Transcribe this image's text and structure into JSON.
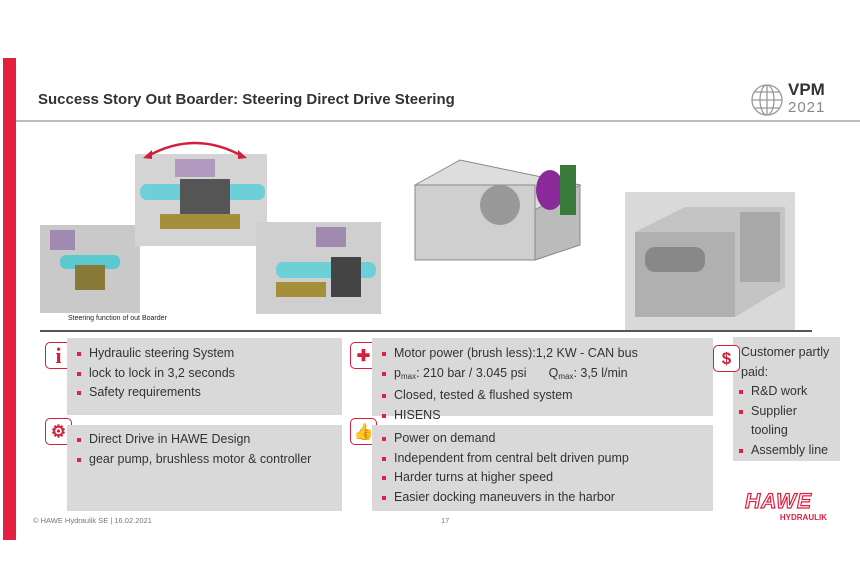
{
  "title": "Success Story Out Boarder: Steering Direct Drive Steering",
  "logo": {
    "line1": "VPM",
    "line2": "2021"
  },
  "caption": "Steering function of out Boarder",
  "boxes": {
    "info": [
      "Hydraulic steering System",
      "lock to lock in 3,2 seconds",
      "Safety requirements"
    ],
    "gears": [
      "Direct Drive in HAWE Design",
      "gear pump, brushless motor & controller"
    ],
    "puzzle": {
      "b1": "Motor power (brush less):1,2 KW - CAN bus",
      "p": "p",
      "pmax_sub": "max",
      "pval": ": 210 bar / 3.045 psi",
      "q": "Q",
      "qmax_sub": "max",
      "qval": ":  3,5 l/min",
      "b3": "Closed, tested & flushed system",
      "b4": "HISENS"
    },
    "thumb": [
      "Power on demand",
      "Independent from central belt driven pump",
      "Harder turns at higher speed",
      "Easier docking maneuvers in the harbor"
    ],
    "dollar": {
      "l1": "Customer partly",
      "l2": "paid:",
      "b1": "R&D work",
      "b2": "Supplier",
      "b2b": "tooling",
      "b3": "Assembly line"
    }
  },
  "footer": "© HAWE Hydraulik SE | 16.02.2021",
  "page_number": "17",
  "brand": {
    "name": "HAWE",
    "sub": "HYDRAULIK"
  }
}
